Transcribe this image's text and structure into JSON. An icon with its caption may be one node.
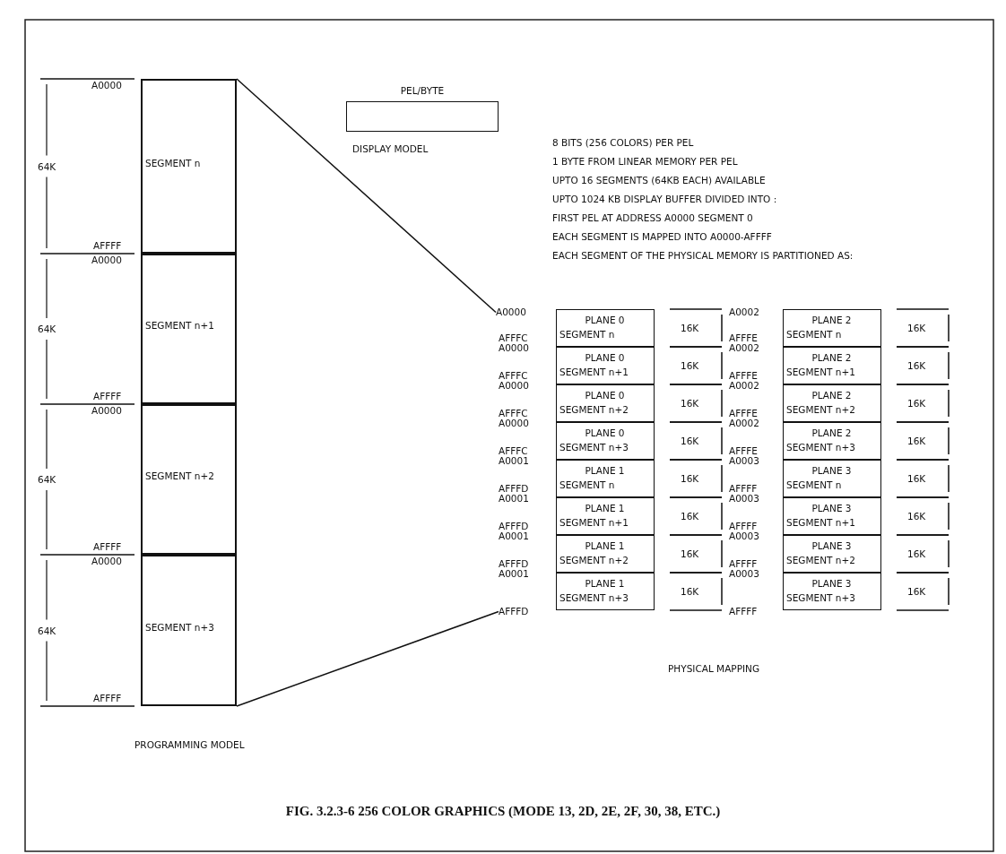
{
  "diagram": {
    "caption": "FIG. 3.2.3-6 256 COLOR GRAPHICS (MODE 13, 2D, 2E, 2F, 30, 38, ETC.)",
    "nodes": [
      {
        "text": [
          "SEGMENT n"
        ]
      },
      {
        "text": [
          "SEGMENT n+1"
        ]
      },
      {
        "text": [
          "SEGMENT n+2"
        ]
      },
      {
        "text": [
          "SEGMENT n+3"
        ]
      },
      {
        "text": [
          "PEL/BYTE"
        ]
      },
      {
        "text": [
          "A0000"
        ]
      },
      {
        "text": [
          "PLANE 0",
          "SEGMENT n"
        ]
      },
      {
        "text": [
          "PLANE 0",
          "SEGMENT n+1"
        ]
      },
      {
        "text": [
          "PLANE 0",
          "SEGMENT n+2"
        ]
      },
      {
        "text": [
          "PLANE 0",
          "SEGMENT n+3"
        ]
      },
      {
        "text": [
          "PLANE 1",
          "SEGMENT n"
        ]
      },
      {
        "text": [
          "PLANE 1",
          "SEGMENT n+1"
        ]
      },
      {
        "text": [
          "PLANE 1",
          "SEGMENT n+2"
        ]
      },
      {
        "text": [
          "PLANE 1",
          "SEGMENT n+3"
        ]
      },
      {
        "text": [
          "AFFFD"
        ]
      },
      {
        "text": [
          "PLANE 2",
          "SEGMENT n"
        ]
      },
      {
        "text": [
          "PLANE 2",
          "SEGMENT n+1"
        ]
      },
      {
        "text": [
          "PLANE 2",
          "SEGMENT n+2"
        ]
      },
      {
        "text": [
          "PLANE 2",
          "SEGMENT n+3"
        ]
      },
      {
        "text": [
          "PLANE 3",
          "SEGMENT n"
        ]
      },
      {
        "text": [
          "PLANE 3",
          "SEGMENT n+1"
        ]
      },
      {
        "text": [
          "PLANE 3",
          "SEGMENT n+2"
        ]
      },
      {
        "text": [
          "PLANE 3",
          "SEGMENT n+3"
        ]
      }
    ],
    "edges": [
      {
        "from": 0,
        "to": 5,
        "arrow": "none"
      },
      {
        "from": 3,
        "to": 14,
        "arrow": "none"
      }
    ],
    "labels": [
      "A0000",
      "64K",
      "AFFFF",
      "A0000",
      "64K",
      "AFFFF",
      "A0000",
      "64K",
      "AFFFF",
      "A0000",
      "64K",
      "AFFFF",
      "PROGRAMMING MODEL",
      "DISPLAY MODEL",
      "8 BITS (256 COLORS) PER PEL",
      "1 BYTE FROM LINEAR MEMORY PER PEL",
      "UPTO 16 SEGMENTS (64KB EACH) AVAILABLE",
      "UPTO 1024 KB DISPLAY BUFFER DIVIDED INTO :",
      "FIRST PEL AT ADDRESS A0000 SEGMENT 0",
      "EACH SEGMENT IS MAPPED INTO A0000-AFFFF",
      "EACH SEGMENT OF THE PHYSICAL MEMORY IS PARTITIONED AS:",
      "AFFFC",
      "A0000",
      "AFFFC",
      "A0000",
      "AFFFC",
      "A0000",
      "AFFFC",
      "A0001",
      "AFFFD",
      "A0001",
      "AFFFD",
      "A0001",
      "AFFFD",
      "A0001",
      "A0002",
      "AFFFE",
      "A0002",
      "AFFFE",
      "A0002",
      "AFFFE",
      "A0002",
      "AFFFE",
      "A0003",
      "AFFFF",
      "A0003",
      "AFFFF",
      "A0003",
      "AFFFF",
      "A0003",
      "AFFFF",
      "16K",
      "16K",
      "16K",
      "16K",
      "16K",
      "16K",
      "16K",
      "16K",
      "16K",
      "16K",
      "16K",
      "16K",
      "16K",
      "16K",
      "16K",
      "16K",
      "PHYSICAL MAPPING"
    ]
  }
}
